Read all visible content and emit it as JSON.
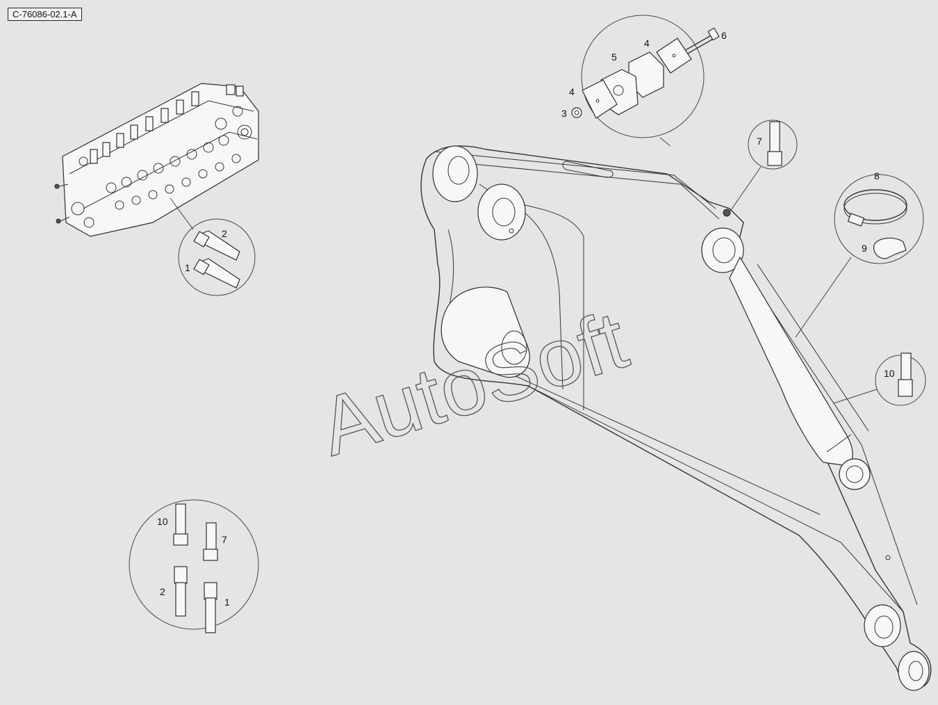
{
  "drawing_code": "C-76086-02.1-A",
  "watermark": "AutoSoft",
  "callouts": {
    "top_detail": {
      "c1": "6",
      "c2": "4",
      "c3": "5",
      "c4": "4",
      "c5": "3"
    },
    "fitting_7": "7",
    "clamp_detail": {
      "c1": "8",
      "c2": "9"
    },
    "fitting_10": "10",
    "valve_detail": {
      "c1": "2",
      "c2": "1"
    },
    "fittings_detail": {
      "c1": "10",
      "c2": "7",
      "c3": "2",
      "c4": "1"
    }
  }
}
